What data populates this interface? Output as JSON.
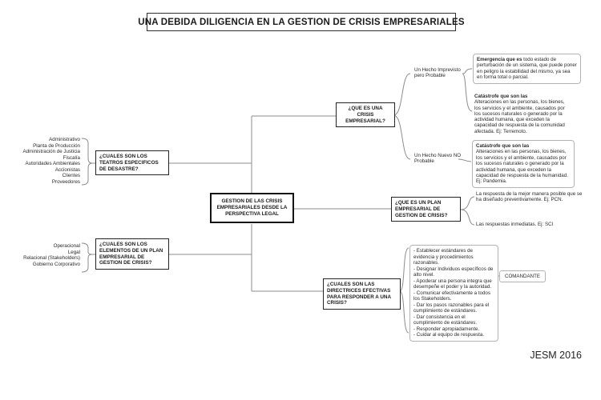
{
  "title": "UNA DEBIDA DILIGENCIA EN LA GESTION DE CRISIS EMPRESARIALES",
  "credit": "JESM 2016",
  "center": {
    "label": "GESTION DE LAS CRISIS EMPRESARIALES DESDE LA PERSPECTIVA LEGAL"
  },
  "left": {
    "theaters": {
      "question": "¿CUALES SON LOS TEATROS ESPECIFICOS DE DESASTRE?",
      "items": [
        "Administrativo",
        "Planta de Producción",
        "Administración de Justicia",
        "Fiscalía",
        "Autoridades Ambientales",
        "Accionistas",
        "Clientes",
        "Proveedores"
      ]
    },
    "elements": {
      "question": "¿CUALES SON LOS ELEMENTOS DE UN PLAN EMPRESARIAL DE GESTION DE CRISIS?",
      "items": [
        "Operacional",
        "Legal",
        "Relacional (Stakeholders)",
        "Gobierno Corporativo"
      ]
    }
  },
  "right": {
    "crisis": {
      "question": "¿QUE ES UNA CRISIS EMPRESARIAL?",
      "branches": [
        {
          "label": "Un Hecho Imprevisto pero Probable",
          "children": [
            {
              "lead": "Emergencia que es",
              "body": " todo estado de perturbación de un sistema, que puede poner en peligro la estabilidad del mismo, ya sea en forma total o parcial."
            },
            {
              "lead": "Catástrofe que son las",
              "body": "Alteraciones en las personas, los bienes, los servicios y el ambiente, causados por los sucesos naturales o generado por la actividad humana, que exceden la capacidad de respuesta de la comunidad afectada. Ej: Terremoto."
            }
          ]
        },
        {
          "label": "Un Hecho Nuevo NO Probable",
          "children": [
            {
              "lead": "Catástrofe que son las",
              "body": "Alteraciones en las personas, los bienes, los servicios y el ambiente, causados por los sucesos naturales o generado por la actividad humana, que exceden la capacidad de respuesta de la humanidad. Ej: Pandemia."
            }
          ]
        }
      ]
    },
    "plan": {
      "question": "¿QUE ES UN PLAN EMPRESARIAL DE GESTION DE CRISIS?",
      "answers": [
        "La respuesta de la mejor manera posible que se ha diseñado preventivamente. Ej: PCN.",
        "Las respuestas inmediatas. Ej: SCI"
      ]
    },
    "directives": {
      "question": "¿CUALES SON LAS DIRECTRICES EFECTIVAS PARA RESPONDER A UNA CRISIS?",
      "items": [
        "- Establecer estándares de evidencia y procedimientos razonables.",
        "- Designar Individuos específicos de alto nivel.",
        "- Apoderar una persona integra que desempeñe el poder y la autoridad.",
        "- Comunicar efectivamente a todos los Stakeholders.",
        "- Dar los pasos razonables para el cumplimiento de estándares.",
        "- Dar consistencia en el cumplimiento de estándares.",
        "- Responder apropiadamente.",
        "- Cuidar al equipo de respuesta."
      ],
      "callout": "COMANDANTE"
    }
  },
  "colors": {
    "line": "#8c8c8c",
    "box_border": "#1a1a1a",
    "soft_border": "#b3b3b3"
  }
}
